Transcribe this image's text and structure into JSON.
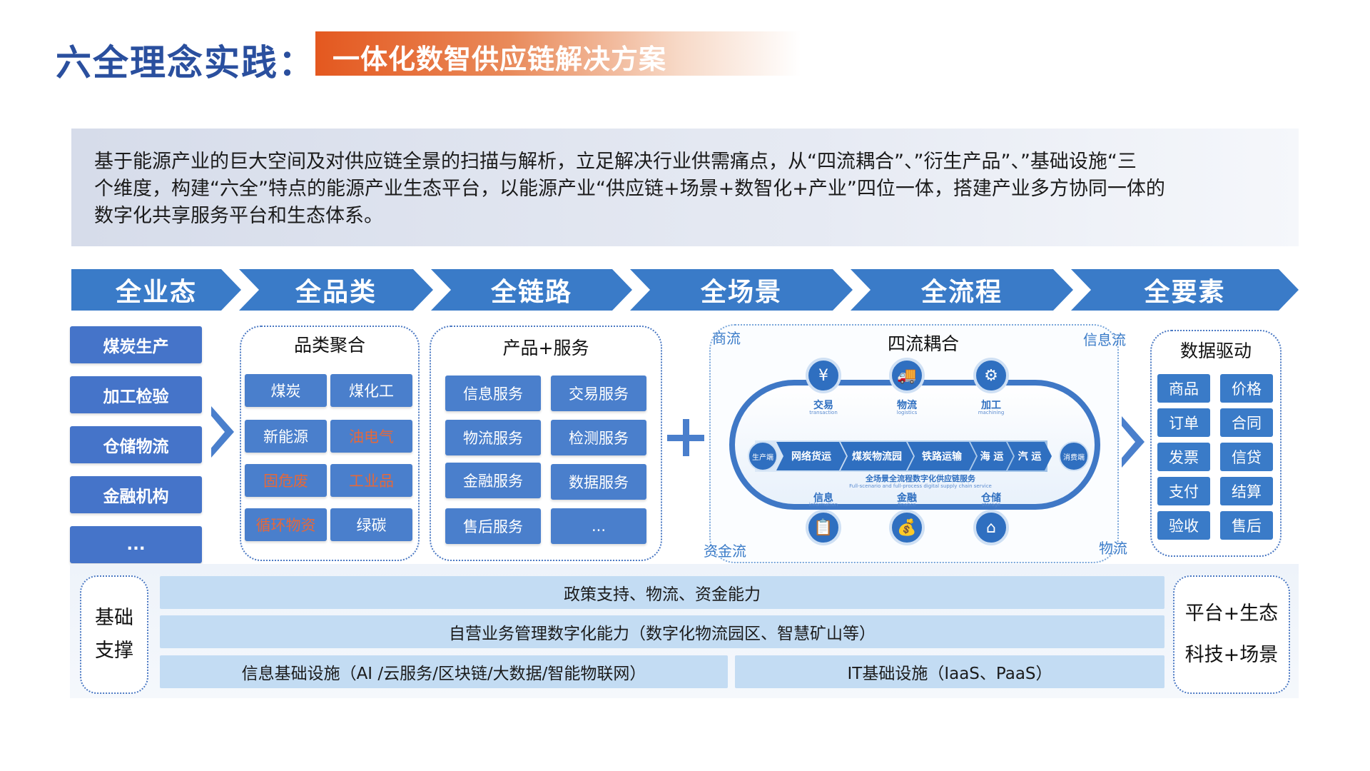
{
  "header": {
    "title": "六全理念实践：",
    "subtitle": "一体化数智供应链解决方案"
  },
  "intro": {
    "line1": "基于能源产业的巨大空间及对供应链全景的扫描与解析，立足解决行业供需痛点，从“四流耦合”、”衍生产品”、”基础设施“三",
    "line2": "个维度，构建“六全”特点的能源产业生态平台，以能源产业“供应链+场景+数智化+产业”四位一体，搭建产业多方协同一体的",
    "line3": "数字化共享服务平台和生态体系。"
  },
  "chevrons": [
    "全业态",
    "全品类",
    "全链路",
    "全场景",
    "全流程",
    "全要素"
  ],
  "business": [
    "煤炭生产",
    "加工检验",
    "仓储物流",
    "金融机构",
    "..."
  ],
  "category": {
    "title": "品类聚合",
    "items": [
      "煤炭",
      "煤化工",
      "新能源",
      "油电气",
      "固危废",
      "工业品",
      "循环物资",
      "绿碳"
    ]
  },
  "services": {
    "title": "产品+服务",
    "items": [
      "信息服务",
      "交易服务",
      "物流服务",
      "检测服务",
      "金融服务",
      "数据服务",
      "售后服务",
      "..."
    ]
  },
  "flows": {
    "title": "四流耦合",
    "corners": [
      "商流",
      "信息流",
      "资金流",
      "物流"
    ],
    "top_nodes": [
      {
        "cn": "交易",
        "en": "transaction",
        "icon": "¥"
      },
      {
        "cn": "物流",
        "en": "logistics",
        "icon": "🚚"
      },
      {
        "cn": "加工",
        "en": "machining",
        "icon": "⚙"
      }
    ],
    "bottom_nodes": [
      {
        "cn": "信息",
        "en": "information",
        "icon": "📋"
      },
      {
        "cn": "金融",
        "en": "finance",
        "icon": "💰"
      },
      {
        "cn": "仓储",
        "en": "storage",
        "icon": "⌂"
      }
    ],
    "producer": "生产端",
    "consumer": "消费端",
    "steps": [
      "网络货运",
      "煤炭物流园",
      "铁路运输",
      "海 运",
      "汽 运"
    ],
    "service_cn": "全场景全流程数字化供应链服务",
    "service_en": "Full-scenario and full-process digital supply chain service"
  },
  "data_drive": {
    "title": "数据驱动",
    "items": [
      "商品",
      "价格",
      "订单",
      "合同",
      "发票",
      "信贷",
      "支付",
      "结算",
      "验收",
      "售后"
    ]
  },
  "foundation": {
    "left_line1": "基础",
    "left_line2": "支撑",
    "bar1": "政策支持、物流、资金能力",
    "bar2": "自营业务管理数字化能力（数字化物流园区、智慧矿山等）",
    "bar3a": "信息基础设施（AI /云服务/区块链/大数据/智能物联网）",
    "bar3b": "IT基础设施（IaaS、PaaS）",
    "right_line1": "平台+生态",
    "right_line2": "科技+场景"
  },
  "colors": {
    "primary": "#3a7bc8",
    "title": "#2a4f9e",
    "accent": "#e4581f",
    "orange_text": "#e5683a"
  }
}
